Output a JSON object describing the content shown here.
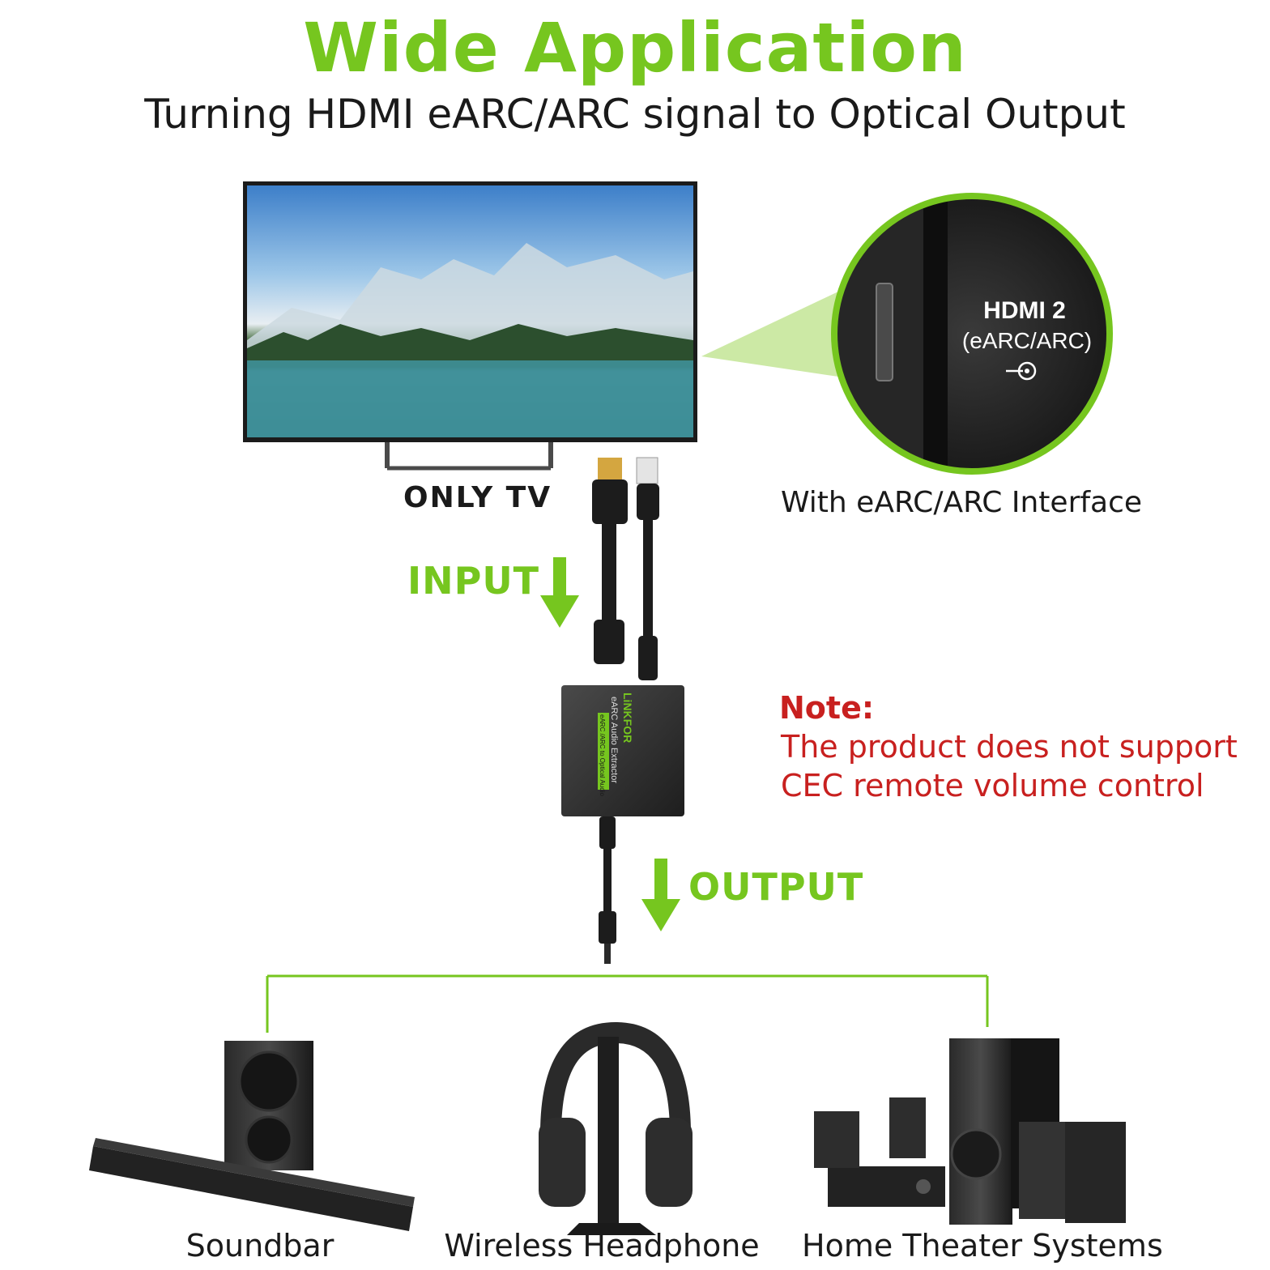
{
  "title": "Wide Application",
  "subtitle": "Turning HDMI eARC/ARC signal to Optical Output",
  "tv": {
    "label": "ONLY TV"
  },
  "zoom": {
    "port_name": "HDMI 2",
    "port_mode": "(eARC/ARC)",
    "caption": "With eARC/ARC Interface"
  },
  "flow": {
    "input_label": "INPUT",
    "output_label": "OUTPUT"
  },
  "extractor": {
    "brand": "LiNKFOR",
    "model": "eARC Audio Extractor",
    "subline": "eARC /ARC to Optical Audio"
  },
  "note": {
    "title": "Note:",
    "line1": "The product does not support",
    "line2": "CEC remote volume control"
  },
  "devices": {
    "soundbar": "Soundbar",
    "headphone": "Wireless Headphone",
    "home_theater": "Home Theater Systems"
  },
  "colors": {
    "accent": "#76c61f",
    "note": "#c8201f",
    "text": "#1a1a1a"
  }
}
